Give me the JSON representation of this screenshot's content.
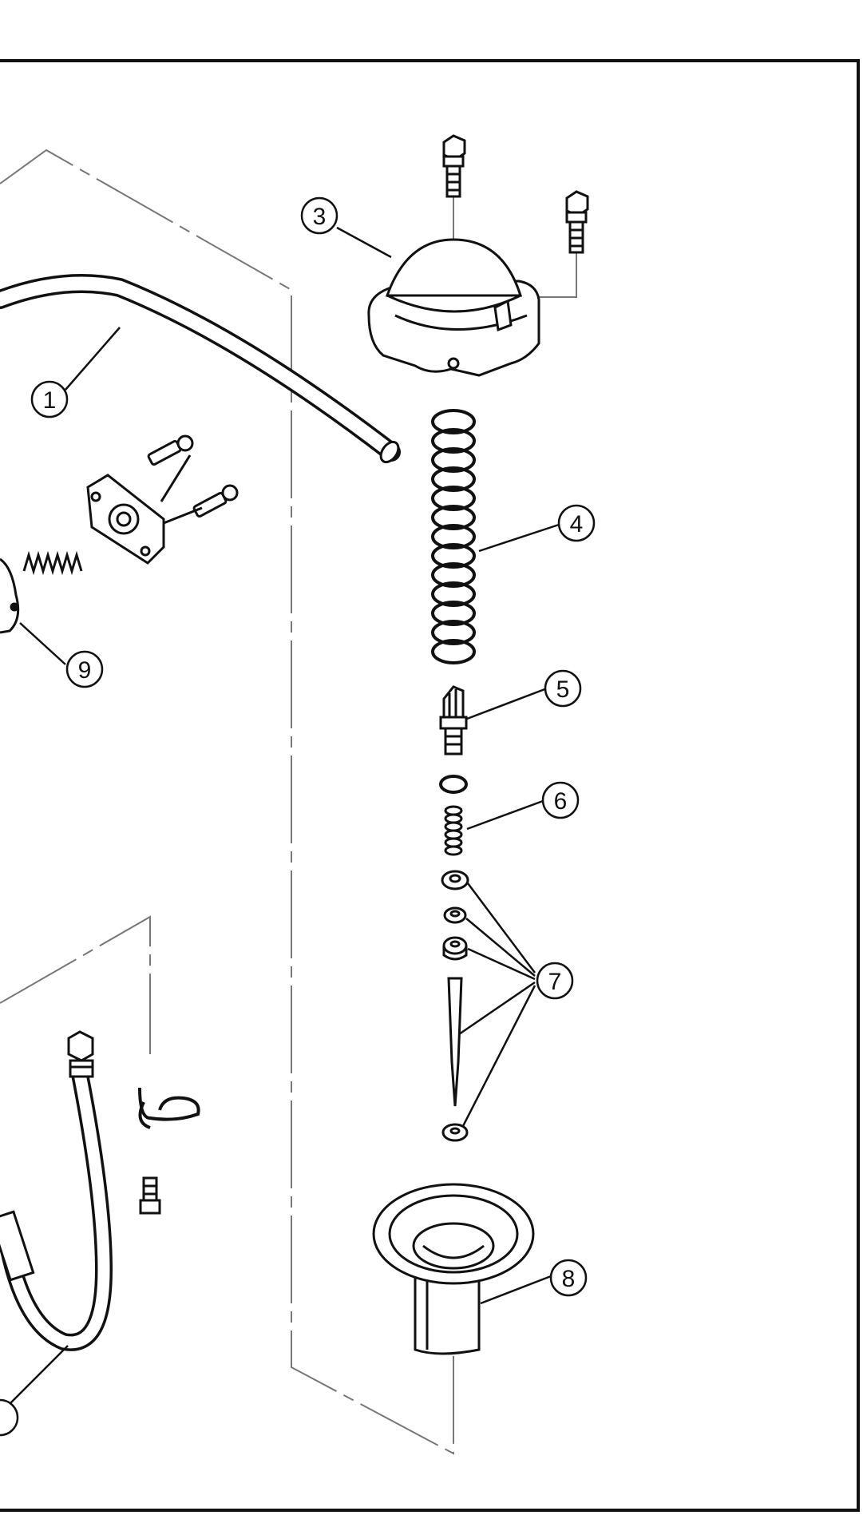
{
  "diagram": {
    "callouts": [
      {
        "id": "1",
        "label": "1"
      },
      {
        "id": "3",
        "label": "3"
      },
      {
        "id": "4",
        "label": "4"
      },
      {
        "id": "5",
        "label": "5"
      },
      {
        "id": "6",
        "label": "6"
      },
      {
        "id": "7",
        "label": "7"
      },
      {
        "id": "8",
        "label": "8"
      },
      {
        "id": "9",
        "label": "9"
      },
      {
        "id": "partial",
        "label": ""
      }
    ]
  }
}
